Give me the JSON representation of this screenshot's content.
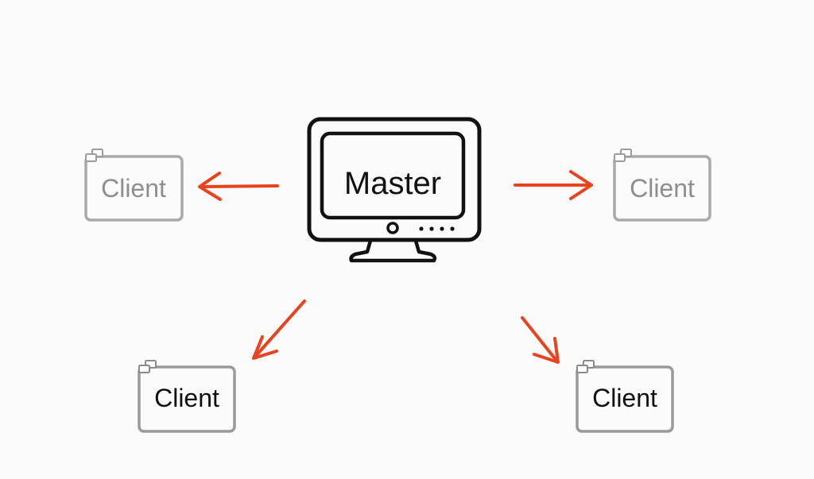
{
  "master": {
    "label": "Master"
  },
  "clients": [
    {
      "label": "Client"
    },
    {
      "label": "Client"
    },
    {
      "label": "Client"
    },
    {
      "label": "Client"
    }
  ],
  "colors": {
    "arrow": "#e8421e",
    "master_stroke": "#111111",
    "client_stroke_faded": "#a9a9a9",
    "client_stroke": "#9a9a9a",
    "client_text_faded": "#8e8e8e",
    "client_text": "#111111"
  },
  "icons": {
    "master": "monitor-icon",
    "client": "window-icon"
  }
}
